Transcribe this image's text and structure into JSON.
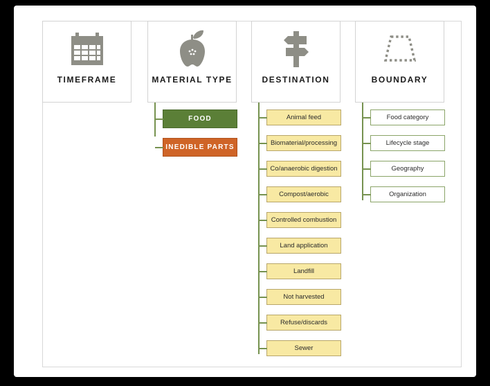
{
  "theme": {
    "page_background": "#000000",
    "canvas_background": "#ffffff",
    "frame_border": "#d8d8d8",
    "card_border": "#d3d3d3",
    "connector_green": "#76924f",
    "node_yellow_fill": "#f8e9a3",
    "node_yellow_border": "#b8a66a",
    "node_white_fill": "#ffffff",
    "node_white_border": "#8aa468",
    "food_green": "#5b7f37",
    "inedible_orange": "#cf6427",
    "icon_gray": "#8e8e86",
    "label_color": "#1a1a1a"
  },
  "columns": [
    {
      "id": "timeframe",
      "icon": "calendar-icon",
      "label": "TIMEFRAME",
      "items": []
    },
    {
      "id": "material-type",
      "icon": "apple-core-icon",
      "label": "MATERIAL TYPE",
      "items": [
        {
          "label": "FOOD",
          "style": "green"
        },
        {
          "label": "INEDIBLE PARTS",
          "style": "orange"
        }
      ]
    },
    {
      "id": "destination",
      "icon": "signpost-icon",
      "label": "DESTINATION",
      "items": [
        {
          "label": "Animal feed",
          "style": "yellow"
        },
        {
          "label": "Biomaterial/processing",
          "style": "yellow"
        },
        {
          "label": "Co/anaerobic digestion",
          "style": "yellow"
        },
        {
          "label": "Compost/aerobic",
          "style": "yellow"
        },
        {
          "label": "Controlled combustion",
          "style": "yellow"
        },
        {
          "label": "Land application",
          "style": "yellow"
        },
        {
          "label": "Landfill",
          "style": "yellow"
        },
        {
          "label": "Not harvested",
          "style": "yellow"
        },
        {
          "label": "Refuse/discards",
          "style": "yellow"
        },
        {
          "label": "Sewer",
          "style": "yellow"
        }
      ]
    },
    {
      "id": "boundary",
      "icon": "dashed-trapezoid-icon",
      "label": "BOUNDARY",
      "items": [
        {
          "label": "Food category",
          "style": "white"
        },
        {
          "label": "Lifecycle stage",
          "style": "white"
        },
        {
          "label": "Geography",
          "style": "white"
        },
        {
          "label": "Organization",
          "style": "white"
        }
      ]
    }
  ]
}
